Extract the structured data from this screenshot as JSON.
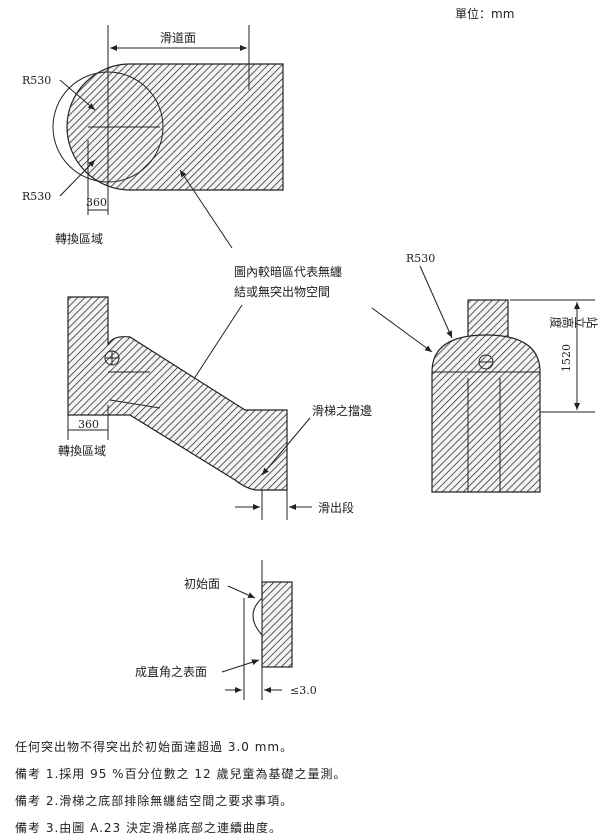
{
  "unit": "單位：mm",
  "top_view": {
    "slide_surface": "滑道面",
    "radius_top": "R530",
    "radius_bottom": "R530",
    "transition_length": "360",
    "transition_zone": "轉換區域"
  },
  "callout": {
    "line1": "圖內較暗區代表無纏",
    "line2": "結或無突出物空間"
  },
  "side_view": {
    "transition_length": "360",
    "transition_zone": "轉換區域",
    "side_wall": "滑梯之擋邊",
    "run_out": "滑出段"
  },
  "front_view": {
    "radius": "R530",
    "height": "1520",
    "height_label": "站立高度"
  },
  "detail": {
    "initial_surface": "初始面",
    "perpendicular_surface": "成直角之表面",
    "limit": "≤3.0"
  },
  "notes": [
    "任何突出物不得突出於初始面達超過 3.0 mm。",
    "備考 1.採用 95 %百分位數之 12 歲兒童為基礎之量測。",
    "備考 2.滑梯之底部排除無纏結空間之要求事項。",
    "備考 3.由圖 A.23 決定滑梯底部之連續曲度。"
  ]
}
